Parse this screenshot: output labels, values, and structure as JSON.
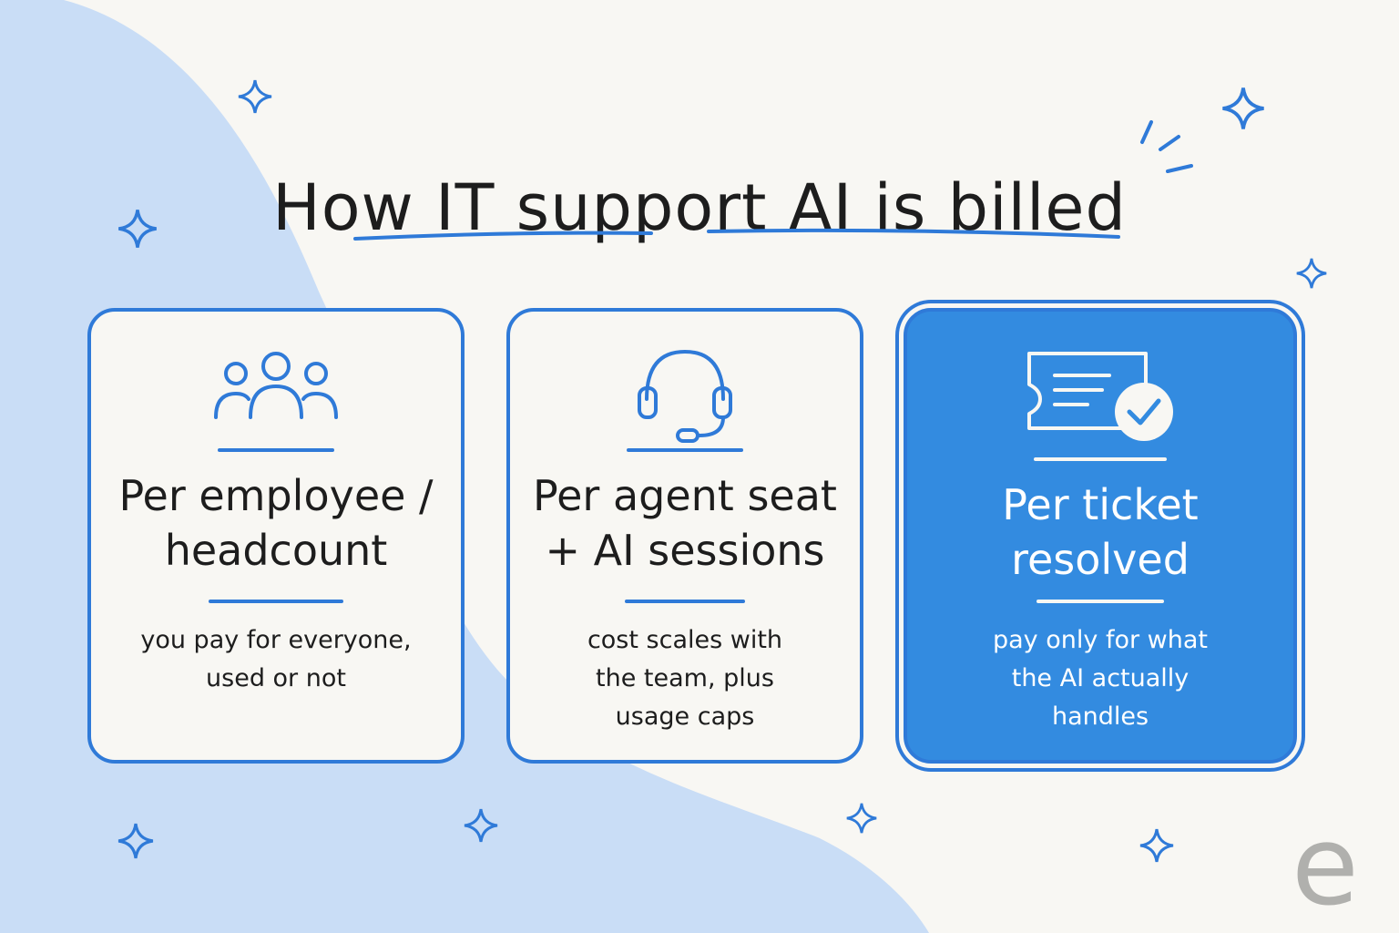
{
  "title": "How IT support AI is billed",
  "colors": {
    "accent": "#2f7ad8",
    "highlight_fill": "#338be0",
    "background": "#f8f7f3",
    "wave": "#c9ddf6"
  },
  "cards": [
    {
      "icon": "people-group-icon",
      "heading": "Per employee /\nheadcount",
      "description": "you pay for everyone,\nused or not",
      "highlighted": false
    },
    {
      "icon": "headset-icon",
      "heading": "Per agent seat\n+ AI sessions",
      "description": "cost scales with\nthe team, plus\nusage caps",
      "highlighted": false
    },
    {
      "icon": "ticket-check-icon",
      "heading": "Per ticket\nresolved",
      "description": "pay only for what\nthe AI actually\nhandles",
      "highlighted": true
    }
  ],
  "logo": "e"
}
